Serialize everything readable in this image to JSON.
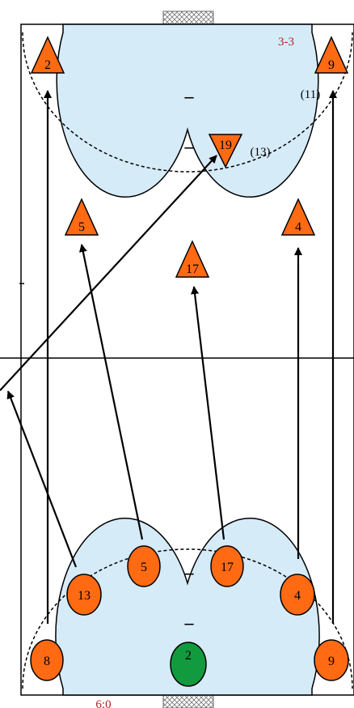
{
  "formation": {
    "top": "3-3",
    "bottom": "6:0"
  },
  "attackers": [
    {
      "number": "2",
      "name": "attacker-left-wing"
    },
    {
      "number": "9",
      "name": "attacker-right-wing"
    },
    {
      "number": "19",
      "name": "attacker-pivot"
    },
    {
      "number": "5",
      "name": "attacker-left-back"
    },
    {
      "number": "4",
      "name": "attacker-right-back"
    },
    {
      "number": "17",
      "name": "attacker-center-back"
    }
  ],
  "defenders": [
    {
      "number": "5",
      "name": "defender-left-half"
    },
    {
      "number": "17",
      "name": "defender-right-half"
    },
    {
      "number": "13",
      "name": "defender-left-back"
    },
    {
      "number": "4",
      "name": "defender-right-back"
    },
    {
      "number": "8",
      "name": "defender-left-wing"
    },
    {
      "number": "9",
      "name": "defender-right-wing"
    }
  ],
  "goalkeeper": {
    "number": "2"
  },
  "annotations": {
    "pivot_origin": "(13)",
    "right_wing_origin": "(11)",
    "dash": "–"
  },
  "colors": {
    "orange": "#ff6a13",
    "goalkeeper": "#119a3e",
    "goal_area": "#d6ebf8",
    "formation_text": "#b22222"
  }
}
